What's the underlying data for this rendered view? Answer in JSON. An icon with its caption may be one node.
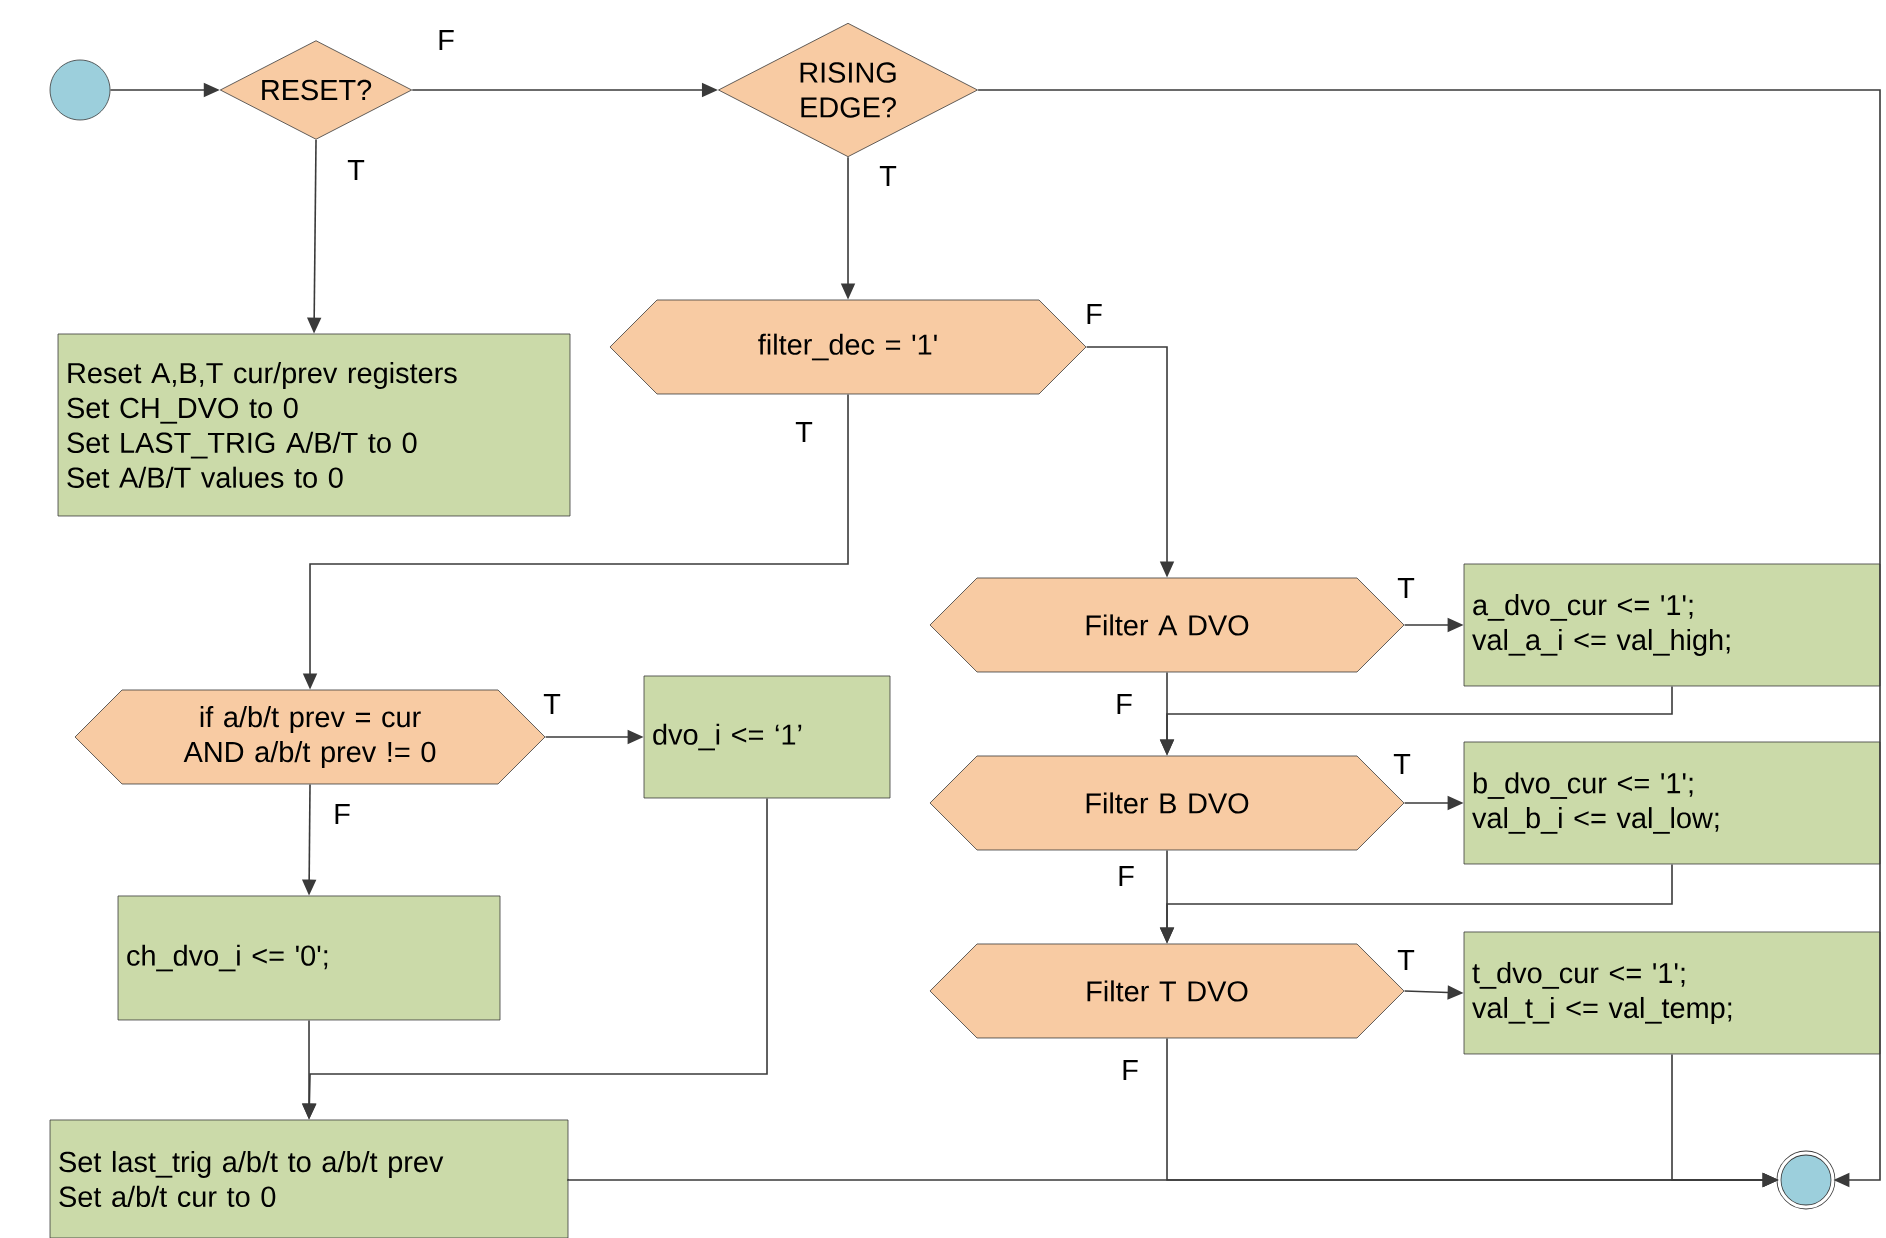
{
  "diagram": {
    "nodes": [
      {
        "text": [],
        "shape": "circle"
      },
      {
        "text": [
          "RESET?"
        ]
      },
      {
        "text": [
          "RISING EDGE?"
        ]
      },
      {
        "text": [
          "Reset A,B,T cur/prev registers",
          "Set CH_DVO to 0",
          "Set LAST_TRIG A/B/T to 0",
          "Set A/B/T values to 0"
        ]
      },
      {
        "text": [
          "filter_dec = '1'"
        ]
      },
      {
        "text": [
          "Filter A DVO"
        ]
      },
      {
        "text": [
          "a_dvo_cur <= '1';",
          "val_a_i <= val_high;"
        ]
      },
      {
        "text": [
          "if a/b/t prev = cur AND a/b/t prev != 0"
        ]
      },
      {
        "text": [
          "dvo_i <= ‘1’"
        ]
      },
      {
        "text": [
          "Filter B DVO"
        ]
      },
      {
        "text": [
          "b_dvo_cur <= '1';",
          "val_b_i <= val_low;"
        ]
      },
      {
        "text": [
          "ch_dvo_i <= '0';"
        ]
      },
      {
        "text": [
          "Filter T DVO"
        ]
      },
      {
        "text": [
          "t_dvo_cur <= '1';",
          "val_t_i <= val_temp;"
        ]
      },
      {
        "text": [
          "Set last_trig a/b/t to a/b/t prev",
          "Set a/b/t cur to 0"
        ]
      },
      {
        "text": [],
        "shape": "circle"
      }
    ],
    "edges": [
      {
        "from": 0,
        "to": 1,
        "arrow": "to"
      },
      {
        "from": 1,
        "to": 2,
        "arrow": "to",
        "label": "F"
      },
      {
        "from": 1,
        "to": 3,
        "arrow": "to",
        "label": "T"
      },
      {
        "from": 2,
        "to": 4,
        "arrow": "to",
        "label": "T"
      },
      {
        "from": 2,
        "to": 15,
        "arrow": "to"
      },
      {
        "from": 4,
        "to": 7,
        "arrow": "to",
        "label": "T"
      },
      {
        "from": 4,
        "to": 5,
        "arrow": "to",
        "label": "F"
      },
      {
        "from": 5,
        "to": 6,
        "arrow": "to",
        "label": "T"
      },
      {
        "from": 7,
        "to": 8,
        "arrow": "to",
        "label": "T"
      },
      {
        "from": 5,
        "to": 9,
        "arrow": "to",
        "label": "F"
      },
      {
        "from": 6,
        "to": 9,
        "arrow": "to"
      },
      {
        "from": 9,
        "to": 10,
        "arrow": "to",
        "label": "T"
      },
      {
        "from": 7,
        "to": 11,
        "arrow": "to",
        "label": "F"
      },
      {
        "from": 9,
        "to": 12,
        "arrow": "to",
        "label": "F"
      },
      {
        "from": 10,
        "to": 12,
        "arrow": "to"
      },
      {
        "from": 12,
        "to": 13,
        "arrow": "to",
        "label": "T"
      },
      {
        "from": 8,
        "to": 14,
        "arrow": "to"
      },
      {
        "from": 11,
        "to": 14,
        "arrow": "to"
      },
      {
        "from": 12,
        "to": 15,
        "arrow": "to",
        "label": "F"
      },
      {
        "from": 13,
        "to": 15,
        "arrow": "to"
      },
      {
        "from": 14,
        "to": 15,
        "arrow": "to"
      }
    ]
  }
}
